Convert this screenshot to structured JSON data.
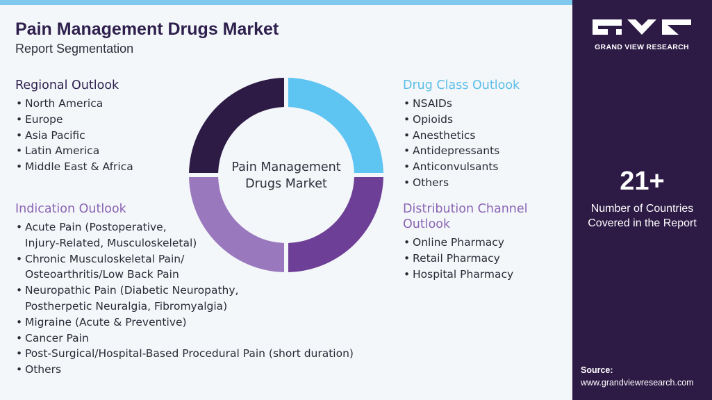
{
  "header": {
    "title": "Pain Management Drugs Market",
    "subtitle": "Report Segmentation"
  },
  "center_label": [
    "Pain Management",
    "Drugs Market"
  ],
  "sections": {
    "regional": {
      "title": "Regional Outlook",
      "items": [
        "North America",
        "Europe",
        "Asia Pacific",
        "Latin America",
        "Middle East & Africa"
      ]
    },
    "indication": {
      "title": "Indication Outlook",
      "items": [
        [
          "Acute Pain (Postoperative,",
          "Injury-Related, Musculoskeletal)"
        ],
        [
          "Chronic Musculoskeletal Pain/",
          "Osteoarthritis/Low Back Pain"
        ],
        [
          "Neuropathic Pain (Diabetic Neuropathy,",
          "Postherpetic Neuralgia, Fibromyalgia)"
        ],
        [
          "Migraine (Acute & Preventive)"
        ],
        [
          "Cancer Pain"
        ],
        [
          "Post-Surgical/Hospital-Based Procedural Pain (short duration)"
        ],
        [
          "Others"
        ]
      ]
    },
    "drug_class": {
      "title": "Drug Class Outlook",
      "items": [
        "NSAIDs",
        "Opioids",
        "Anesthetics",
        "Antidepressants",
        "Anticonvulsants",
        "Others"
      ]
    },
    "distribution": {
      "title": [
        "Distribution Channel",
        "Outlook"
      ],
      "items": [
        "Online Pharmacy",
        "Retail Pharmacy",
        "Hospital Pharmacy"
      ]
    }
  },
  "donut_colors": {
    "top_right": "#5ec4f2",
    "bottom_right": "#6e3f96",
    "bottom_left": "#9a78bd",
    "top_left": "#2d1a45"
  },
  "sidebar": {
    "logo_text": "GRAND VIEW RESEARCH",
    "stat_value": "21+",
    "stat_label": [
      "Number of Countries",
      "Covered in the Report"
    ],
    "source_label": "Source:",
    "source_url": "www.grandviewresearch.com"
  }
}
